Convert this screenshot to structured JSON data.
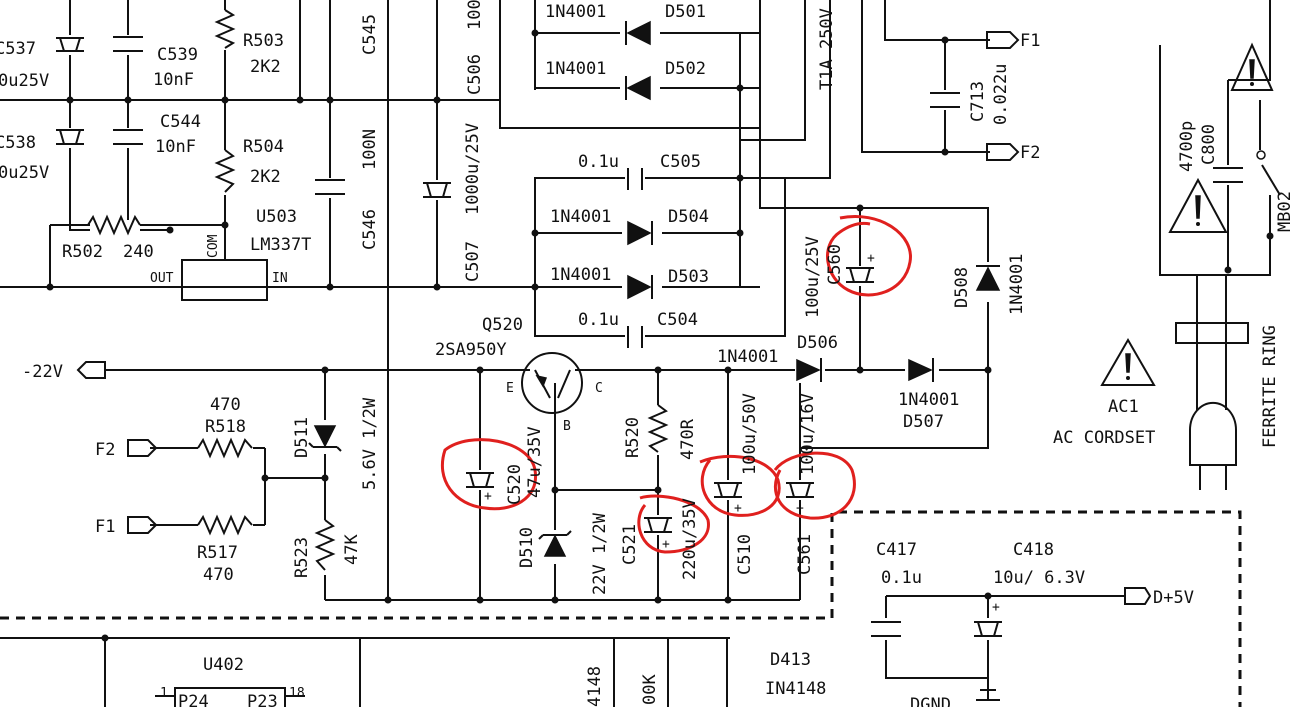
{
  "labels": {
    "c537": "C537",
    "c537_val": "0u25V",
    "c539": "C539",
    "c539_val": "10nF",
    "r503": "R503",
    "r503_val": "2K2",
    "c545": "C545",
    "c506": "C506",
    "c506_val": "100",
    "d501": "D501",
    "d501_type": "1N4001",
    "d502": "D502",
    "d502_type": "1N4001",
    "fuse": "T1A 250V",
    "c713": "C713",
    "c713_val": "0.022u",
    "f1_top": "F1",
    "f2_top": "F2",
    "c538": "C538",
    "c538_val": "0u25V",
    "c544": "C544",
    "c544_val": "10nF",
    "r504": "R504",
    "r504_val": "2K2",
    "c546": "C546",
    "c546_val": "100N",
    "c507": "C507",
    "c507_val": "1000u/25V",
    "c505": "C505",
    "c505_val": "0.1u",
    "d504": "D504",
    "d504_type": "1N4001",
    "d503": "D503",
    "d503_type": "1N4001",
    "c504": "C504",
    "c504_val": "0.1u",
    "c800": "C800",
    "c800_val": "4700p",
    "mb02": "MB02",
    "r502": "R502",
    "r502_val": "240",
    "u503": "U503",
    "u503_type": "LM337T",
    "pin_com": "COM",
    "pin_out": "OUT",
    "pin_in": "IN",
    "c560": "C560",
    "c560_val": "100u/25V",
    "d508": "D508",
    "d508_type": "1N4001",
    "ferrite": "FERRITE RING",
    "q520": "Q520",
    "q520_type": "2SA950Y",
    "pin_e": "E",
    "pin_c": "C",
    "pin_b": "B",
    "minus22v": "-22V",
    "d506": "D506",
    "d506_type": "1N4001",
    "d507": "D507",
    "d507_type": "1N4001",
    "ac1": "AC1",
    "ac1_desc": "AC CORDSET",
    "r518": "R518",
    "r518_val": "470",
    "d511": "D511",
    "d511_val": "5.6V 1/2W",
    "f2": "F2",
    "f1": "F1",
    "r517": "R517",
    "r517_val": "470",
    "r523": "R523",
    "r523_val": "47K",
    "c520": "C520",
    "c520_val": "47u/35V",
    "r520": "R520",
    "r520_val": "470R",
    "c510": "C510",
    "c510_val": "100u/50V",
    "c561": "C561",
    "c561_val": "100u/16V",
    "d510": "D510",
    "d510_val": "22V 1/2W",
    "c521": "C521",
    "c521_val": "220u/35V",
    "c417": "C417",
    "c417_val": "0.1u",
    "c418": "C418",
    "c418_val": "10u/ 6.3V",
    "dplus5v": "D+5V",
    "dgnd": "DGND",
    "u402": "U402",
    "p24": "P24",
    "p23": "P23",
    "pin1": "1",
    "pin18": "18",
    "d413": "D413",
    "d413_type": "IN4148",
    "b4148": "4148",
    "b00k": "00K",
    "plus": "+"
  }
}
